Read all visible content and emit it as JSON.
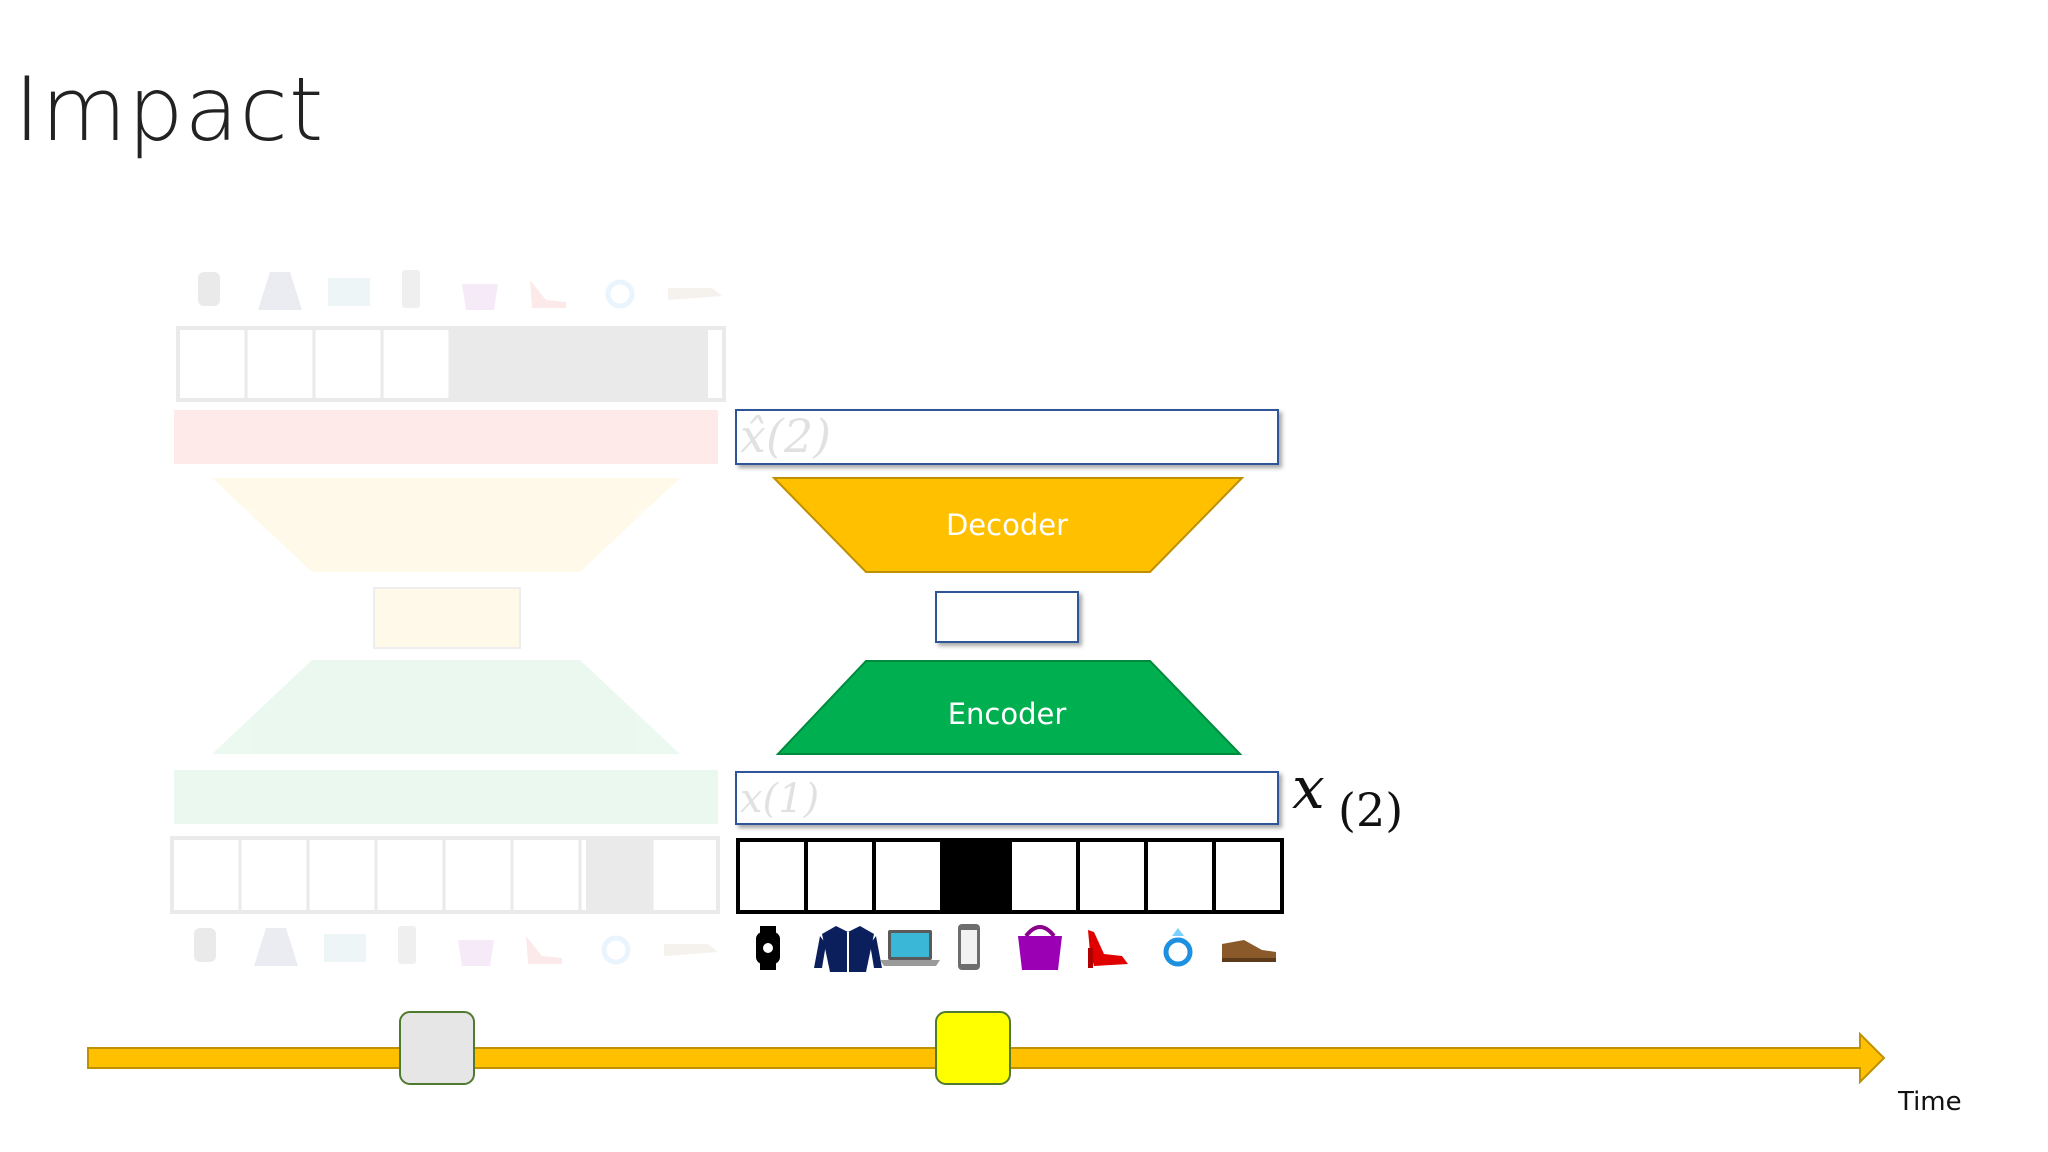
{
  "slide": {
    "title": "Impact",
    "time_label": "Time"
  },
  "autoencoder": {
    "decoder_label": "Decoder",
    "encoder_label": "Encoder",
    "output_label": "x̂(2)",
    "input_label": "x(1)",
    "side_label": {
      "base": "x",
      "subscript": "(2)"
    },
    "one_hot": [
      0,
      0,
      0,
      1,
      0,
      0,
      0,
      0
    ],
    "products": [
      "watch-icon",
      "jacket-icon",
      "laptop-icon",
      "phone-icon",
      "handbag-icon",
      "high-heel-icon",
      "ring-icon",
      "shoe-icon"
    ]
  },
  "ghost_autoencoder": {
    "one_hot": [
      0,
      0,
      0,
      0,
      0,
      0,
      1,
      0
    ]
  },
  "colors": {
    "decoder": "#FFC000",
    "encoder": "#00B050",
    "timeline": "#FFC000",
    "past_marker": "#E7E6E6",
    "current_marker": "#FFFF00"
  }
}
